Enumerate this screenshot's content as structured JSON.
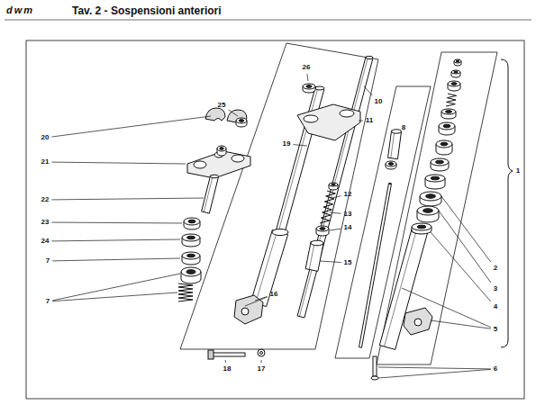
{
  "diagram": {
    "title": "Tav. 2 - Sospensioni anteriori",
    "labels": [
      "dwm",
      "20",
      "21",
      "22",
      "23",
      "24",
      "7",
      "7",
      "25",
      "26",
      "10",
      "11",
      "8",
      "19",
      "12",
      "13",
      "14",
      "15",
      "16",
      "18",
      "17",
      "1",
      "2",
      "3",
      "4",
      "5",
      "6"
    ]
  }
}
